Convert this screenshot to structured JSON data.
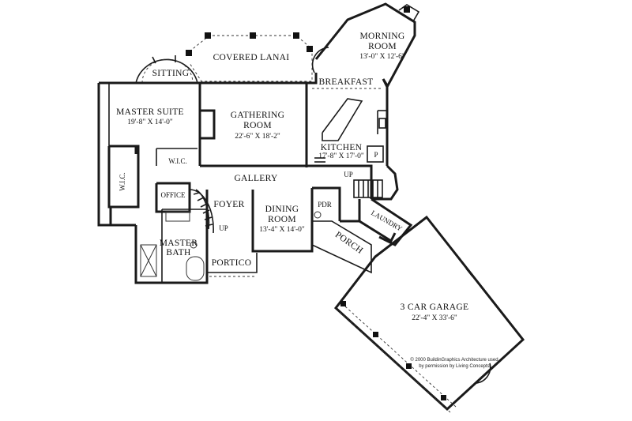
{
  "rooms": {
    "morning_room": {
      "name_1": "MORNING",
      "name_2": "ROOM",
      "dim": "13'-0\" X 12'-6\""
    },
    "covered_lanai": {
      "name": "COVERED LANAI"
    },
    "sitting": {
      "name": "SITTING"
    },
    "breakfast": {
      "name": "BREAKFAST"
    },
    "master_suite": {
      "name": "MASTER SUITE",
      "dim": "19'-8\" X 14'-0\""
    },
    "gathering_room": {
      "name_1": "GATHERING",
      "name_2": "ROOM",
      "dim": "22'-6\" X 18'-2\""
    },
    "kitchen": {
      "name": "KITCHEN",
      "dim": "17'-8\" X 17'-0\""
    },
    "pantry": {
      "name": "P"
    },
    "wic_upper": {
      "name": "W.I.C."
    },
    "wic_side": {
      "name": "W.I.C."
    },
    "gallery": {
      "name": "GALLERY"
    },
    "office": {
      "name": "OFFICE"
    },
    "foyer": {
      "name": "FOYER"
    },
    "dining_room": {
      "name_1": "DINING",
      "name_2": "ROOM",
      "dim": "13'-4\" X 14'-0\""
    },
    "pdr": {
      "name": "PDR"
    },
    "laundry": {
      "name": "LAUNDRY"
    },
    "master_bath": {
      "name_1": "MASTER",
      "name_2": "BATH"
    },
    "porch": {
      "name": "PORCH"
    },
    "portico": {
      "name": "PORTICO"
    },
    "garage": {
      "name": "3 CAR GARAGE",
      "dim": "22'-4\" X 33'-6\""
    }
  },
  "stairs": {
    "up_foyer": "UP",
    "up_kitchen": "UP"
  },
  "copyright": {
    "line_1": "© 2000 BuildinGraphics Architecture used",
    "line_2": "by permission by Living Concepts"
  }
}
